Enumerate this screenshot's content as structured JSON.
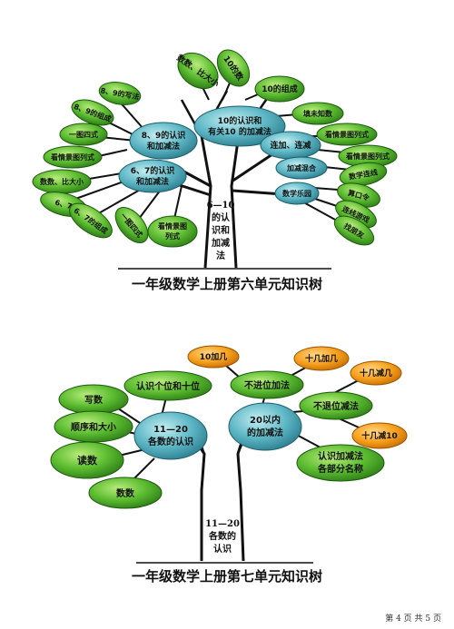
{
  "tree6": {
    "title": "一年级数学上册第六单元知识树",
    "trunk": [
      "6—10",
      "的认",
      "识和",
      "加减",
      "法"
    ],
    "hubs": {
      "center": [
        "10的认识和",
        "有关10 的加减法"
      ],
      "left_upper": [
        "8、9的认识",
        "和加减法"
      ],
      "left_lower": [
        "6、7的认识",
        "和加减法"
      ],
      "right": [
        "连加、连减"
      ],
      "right_mid": [
        "加减混合"
      ],
      "right_low": [
        "数学乐园"
      ]
    },
    "leaves": {
      "top1": "数数、比大小",
      "top2": "10的数",
      "top3": "10的组成",
      "l89_a": "8、9的组成",
      "l89_b": "8、9的写法",
      "l1": "一图四式",
      "l2": "看情景图列式",
      "l3": "数数、比大小",
      "l4": "6、7",
      "l5": "6、7的组成",
      "l6": "一图四式",
      "l7": [
        "看情景图",
        "列式"
      ],
      "r1": "填未知数",
      "r2": "看情景图列式",
      "r3": "看情景图列式",
      "r4": "数学连线",
      "r5": "算口令",
      "r6": "连线游戏",
      "r7": "找朋友"
    }
  },
  "tree7": {
    "title": "一年级数学上册第七单元知识树",
    "trunk": [
      "11—20",
      "各数的",
      "认识"
    ],
    "hubs": {
      "left": [
        "11—20",
        "各数的认识"
      ],
      "right": [
        "20以内",
        "的加减法"
      ]
    },
    "leaves": {
      "place_value": "认识个位和十位",
      "write": "写数",
      "order": "顺序和大小",
      "read": "读数",
      "count": "数数",
      "no_carry": "不进位加法",
      "no_borrow": "不退位减法",
      "parts": [
        "认识加减法",
        "各部分名称"
      ],
      "o1": "10加几",
      "o2": "十几加几",
      "o3": "十几减几",
      "o4": "十几减10"
    }
  },
  "footer": "第 4 页 共 5 页",
  "colors": {
    "leaf_green": "#4caf2e",
    "hub_blue": "#4aa3b5",
    "leaf_orange": "#f39a1e",
    "trunk_black": "#111111"
  }
}
